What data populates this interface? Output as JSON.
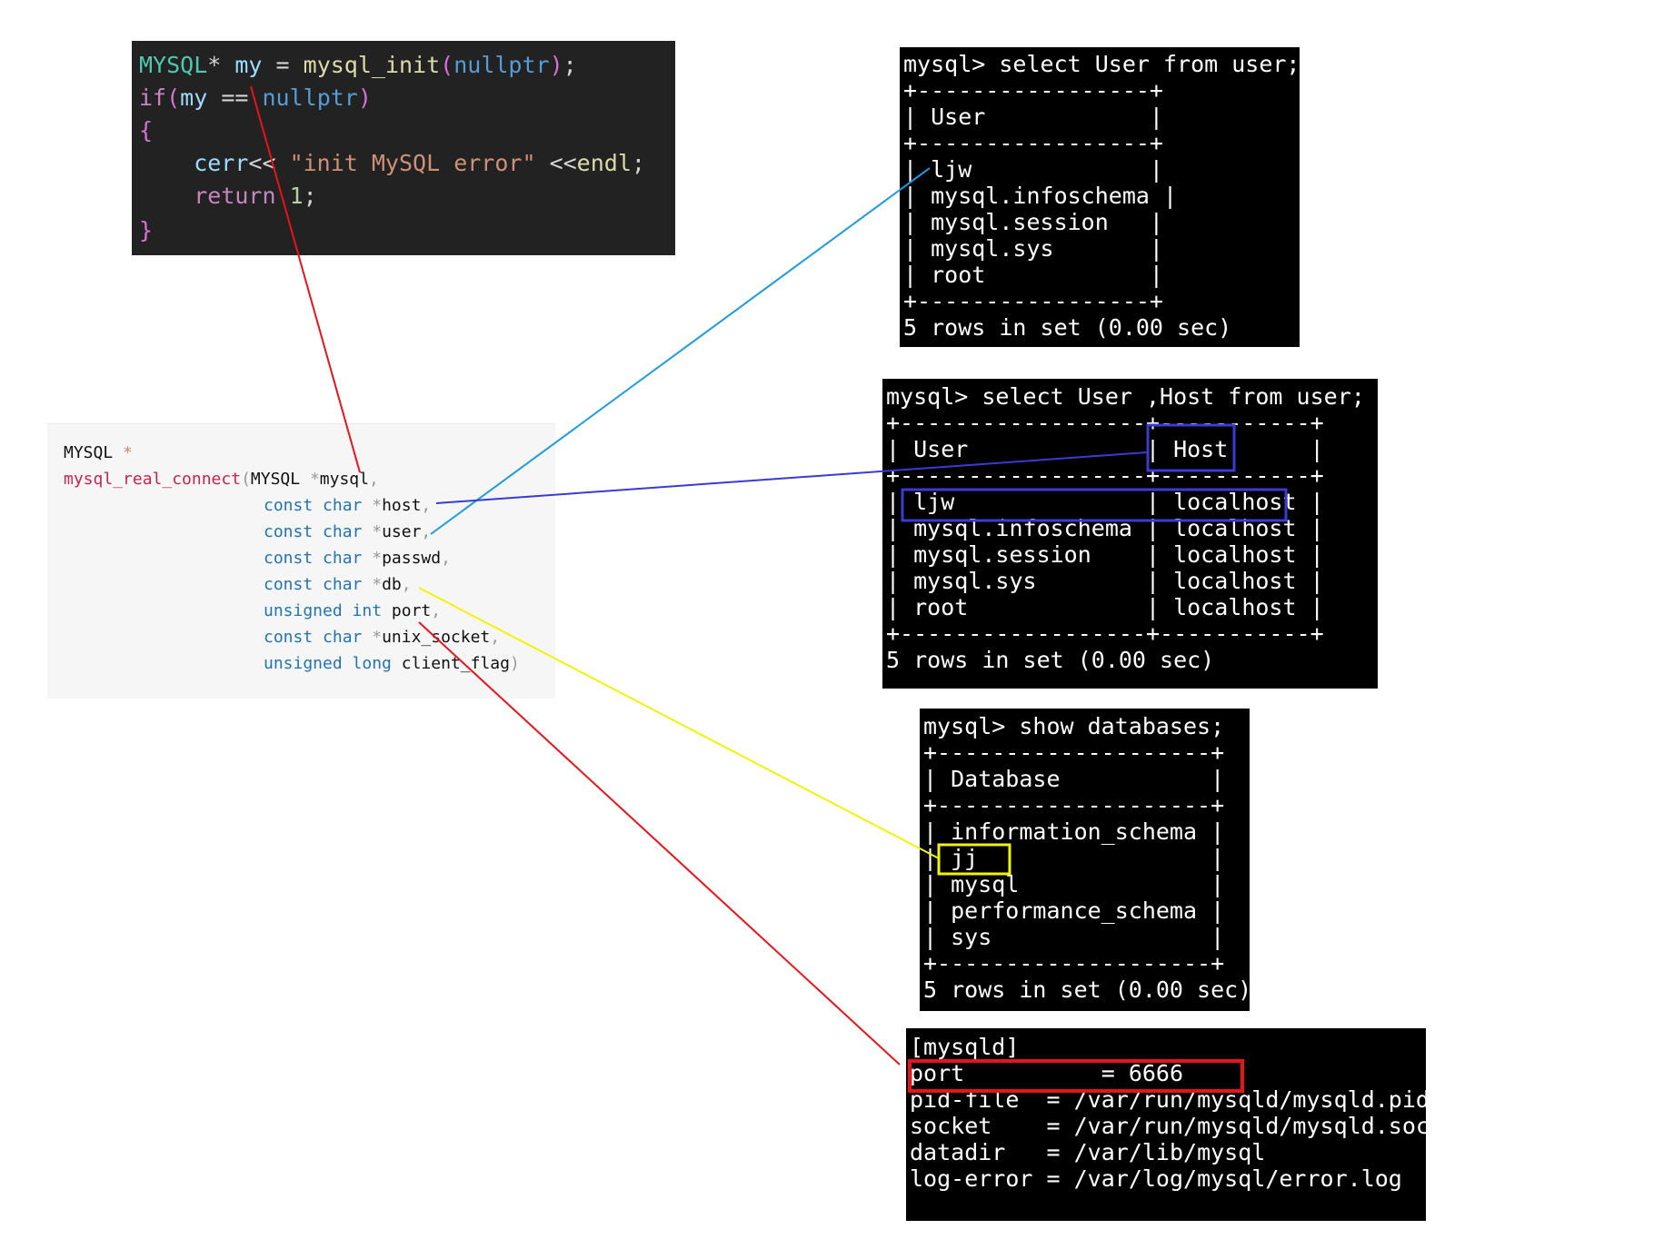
{
  "code_block": {
    "lines": [
      [
        {
          "t": "MYSQL",
          "c": "#4ec9b0"
        },
        {
          "t": "* ",
          "c": "#d4d4d4"
        },
        {
          "t": "my",
          "c": "#9cdcfe"
        },
        {
          "t": " = ",
          "c": "#d4d4d4"
        },
        {
          "t": "mysql_init",
          "c": "#dcdcaa"
        },
        {
          "t": "(",
          "c": "#da70d6"
        },
        {
          "t": "nullptr",
          "c": "#569cd6"
        },
        {
          "t": ")",
          "c": "#da70d6"
        },
        {
          "t": ";",
          "c": "#d4d4d4"
        }
      ],
      [
        {
          "t": "if",
          "c": "#c586c0"
        },
        {
          "t": "(",
          "c": "#da70d6"
        },
        {
          "t": "my",
          "c": "#9cdcfe"
        },
        {
          "t": " == ",
          "c": "#d4d4d4"
        },
        {
          "t": "nullptr",
          "c": "#569cd6"
        },
        {
          "t": ")",
          "c": "#da70d6"
        }
      ],
      [
        {
          "t": "{",
          "c": "#da70d6"
        }
      ],
      [
        {
          "t": "    cerr",
          "c": "#9cdcfe"
        },
        {
          "t": "<< ",
          "c": "#d4d4d4"
        },
        {
          "t": "\"init MySQL error\"",
          "c": "#ce9178"
        },
        {
          "t": " <<",
          "c": "#d4d4d4"
        },
        {
          "t": "endl",
          "c": "#dcdcaa"
        },
        {
          "t": ";",
          "c": "#d4d4d4"
        }
      ],
      [
        {
          "t": "    return ",
          "c": "#c586c0"
        },
        {
          "t": "1",
          "c": "#b5cea8"
        },
        {
          "t": ";",
          "c": "#d4d4d4"
        }
      ],
      [
        {
          "t": "}",
          "c": "#da70d6"
        }
      ]
    ]
  },
  "signature": {
    "return_type": "MYSQL",
    "return_star": " *",
    "func_name": "mysql_real_connect",
    "open_paren": "(",
    "first_param_type": "MYSQL",
    "first_param_star": " *",
    "first_param_name": "mysql",
    "params": [
      {
        "type": "const char",
        "star": " *",
        "name": "host",
        "sep": ","
      },
      {
        "type": "const char",
        "star": " *",
        "name": "user",
        "sep": ","
      },
      {
        "type": "const char",
        "star": " *",
        "name": "passwd",
        "sep": ","
      },
      {
        "type": "const char",
        "star": " *",
        "name": "db",
        "sep": ","
      },
      {
        "type": "unsigned int",
        "star": " ",
        "name": "port",
        "sep": ","
      },
      {
        "type": "const char",
        "star": " *",
        "name": "unix_socket",
        "sep": ","
      },
      {
        "type": "unsigned long",
        "star": " ",
        "name": "client_flag",
        "sep": ")"
      }
    ]
  },
  "terminal_users": {
    "lines": [
      "mysql> select User from user;",
      "+-----------------+",
      "| User            |",
      "+-----------------+",
      "| ljw             |",
      "| mysql.infoschema |",
      "| mysql.session   |",
      "| mysql.sys       |",
      "| root            |",
      "+-----------------+",
      "5 rows in set (0.00 sec)"
    ]
  },
  "terminal_users_hosts": {
    "lines": [
      "mysql> select User ,Host from user;",
      "+------------------+-----------+",
      "| User             | Host      |",
      "+------------------+-----------+",
      "| ljw              | localhost |",
      "| mysql.infoschema | localhost |",
      "| mysql.session    | localhost |",
      "| mysql.sys        | localhost |",
      "| root             | localhost |",
      "+------------------+-----------+",
      "5 rows in set (0.00 sec)"
    ]
  },
  "terminal_databases": {
    "lines": [
      "mysql> show databases;",
      "+--------------------+",
      "| Database           |",
      "+--------------------+",
      "| information_schema |",
      "| jj                 |",
      "| mysql              |",
      "| performance_schema |",
      "| sys                |",
      "+--------------------+",
      "5 rows in set (0.00 sec)"
    ]
  },
  "config_file": {
    "lines": [
      "[mysqld]",
      "port          = 6666",
      "pid-file  = /var/run/mysqld/mysqld.pid",
      "socket    = /var/run/mysqld/mysqld.sock",
      "datadir   = /var/lib/mysql",
      "log-error = /var/log/mysql/error.log"
    ]
  },
  "colors": {
    "red": "#e8141a",
    "light_blue": "#1e9be0",
    "dark_blue": "#3a3ad6",
    "yellow": "#f2f20a"
  }
}
